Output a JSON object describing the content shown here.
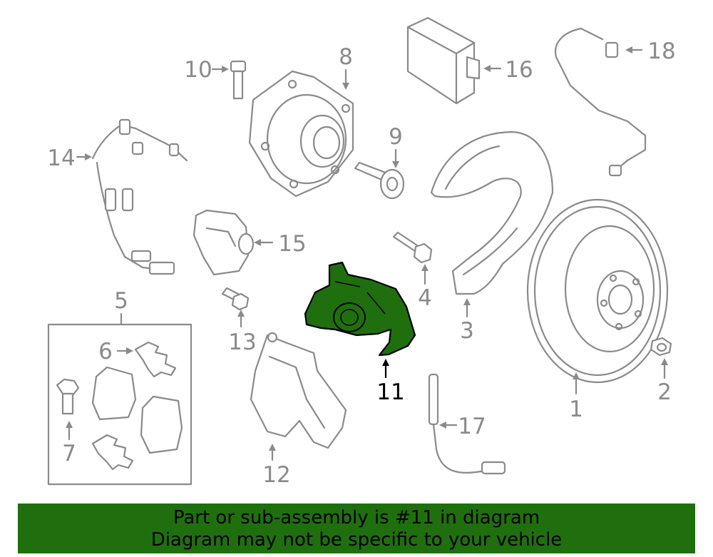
{
  "colors": {
    "highlight": "#1f6f0f",
    "line": "#8a8a8a",
    "banner_bg": "#1f6f0f"
  },
  "labels": {
    "p1": "1",
    "p2": "2",
    "p3": "3",
    "p4": "4",
    "p5": "5",
    "p6": "6",
    "p7": "7",
    "p8": "8",
    "p9": "9",
    "p10": "10",
    "p11": "11",
    "p12": "12",
    "p13": "13",
    "p14": "14",
    "p15": "15",
    "p16": "16",
    "p17": "17",
    "p18": "18"
  },
  "highlighted_part": "11",
  "banner": {
    "line1": "Part or sub-assembly is #11 in diagram",
    "line2": "Diagram may not be specific to your vehicle"
  }
}
